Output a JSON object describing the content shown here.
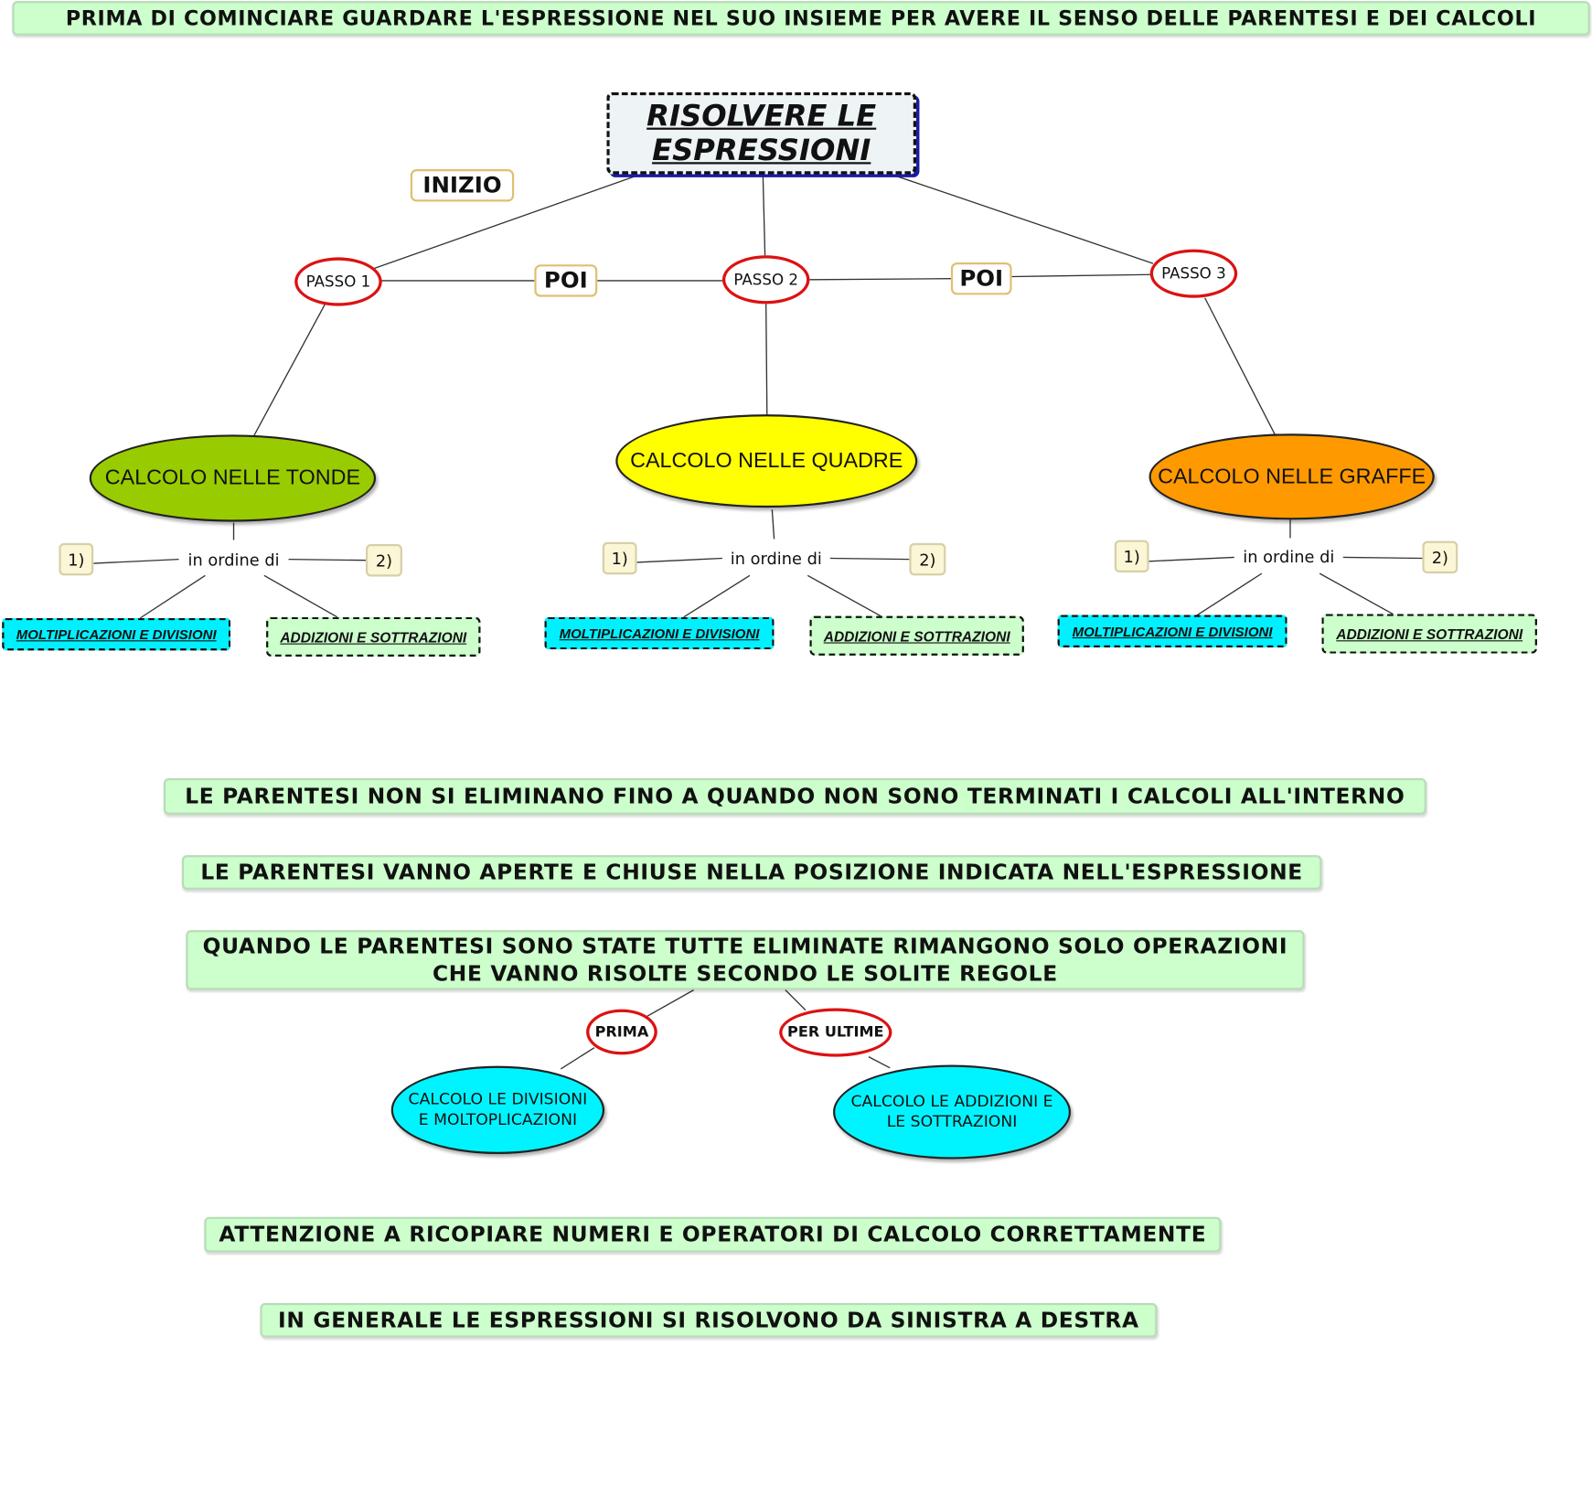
{
  "header_banner": "PRIMA DI COMINCIARE GUARDARE L'ESPRESSIONE NEL SUO INSIEME PER AVERE IL SENSO DELLE PARENTESI E DEI CALCOLI",
  "root": {
    "line1": "RISOLVERE LE",
    "line2": "ESPRESSIONI"
  },
  "inizio": "INIZIO",
  "poi_1": "POI",
  "poi_2": "POI",
  "steps": [
    {
      "label": "PASSO 1",
      "calc": "CALCOLO  NELLE TONDE",
      "calc_color": "#99cc00",
      "order_label": "in ordine di",
      "n1": "1)",
      "n2": "2)",
      "first": "MOLTIPLICAZIONI E DIVISIONI",
      "second": "ADDIZIONI E SOTTRAZIONI"
    },
    {
      "label": "PASSO 2",
      "calc": "CALCOLO NELLE QUADRE",
      "calc_color": "#ffff00",
      "order_label": "in ordine di",
      "n1": "1)",
      "n2": "2)",
      "first": "MOLTIPLICAZIONI E DIVISIONI",
      "second": "ADDIZIONI E SOTTRAZIONI"
    },
    {
      "label": "PASSO 3",
      "calc": "CALCOLO NELLE GRAFFE",
      "calc_color": "#ff9900",
      "order_label": "in ordine di",
      "n1": "1)",
      "n2": "2)",
      "first": "MOLTIPLICAZIONI E DIVISIONI",
      "second": "ADDIZIONI E SOTTRAZIONI"
    }
  ],
  "notes": [
    "LE PARENTESI NON SI ELIMINANO FINO A QUANDO NON SONO TERMINATI I CALCOLI ALL'INTERNO",
    "LE PARENTESI VANNO APERTE E CHIUSE NELLA POSIZIONE INDICATA NELL'ESPRESSIONE"
  ],
  "final_box": {
    "line1": "QUANDO LE PARENTESI SONO STATE TUTTE ELIMINATE RIMANGONO SOLO OPERAZIONI",
    "line2": "CHE VANNO RISOLTE SECONDO LE SOLITE REGOLE"
  },
  "prima": "PRIMA",
  "per_ultime": "PER ULTIME",
  "prima_calc": {
    "line1": "CALCOLO LE DIVISIONI",
    "line2": "E MOLTOPLICAZIONI"
  },
  "ultime_calc": {
    "line1": "CALCOLO LE ADDIZIONI E",
    "line2": "LE SOTTRAZIONI"
  },
  "bottom_notes": [
    "ATTENZIONE A RICOPIARE NUMERI E OPERATORI DI CALCOLO CORRETTAMENTE",
    "IN GENERALE LE ESPRESSIONI SI RISOLVONO DA SINISTRA A DESTRA"
  ],
  "colors": {
    "banner_bg": "#ccffcc",
    "passo_border": "#dd1111",
    "molt_bg": "#00f0ff",
    "cyan_node": "#00f4ff"
  }
}
